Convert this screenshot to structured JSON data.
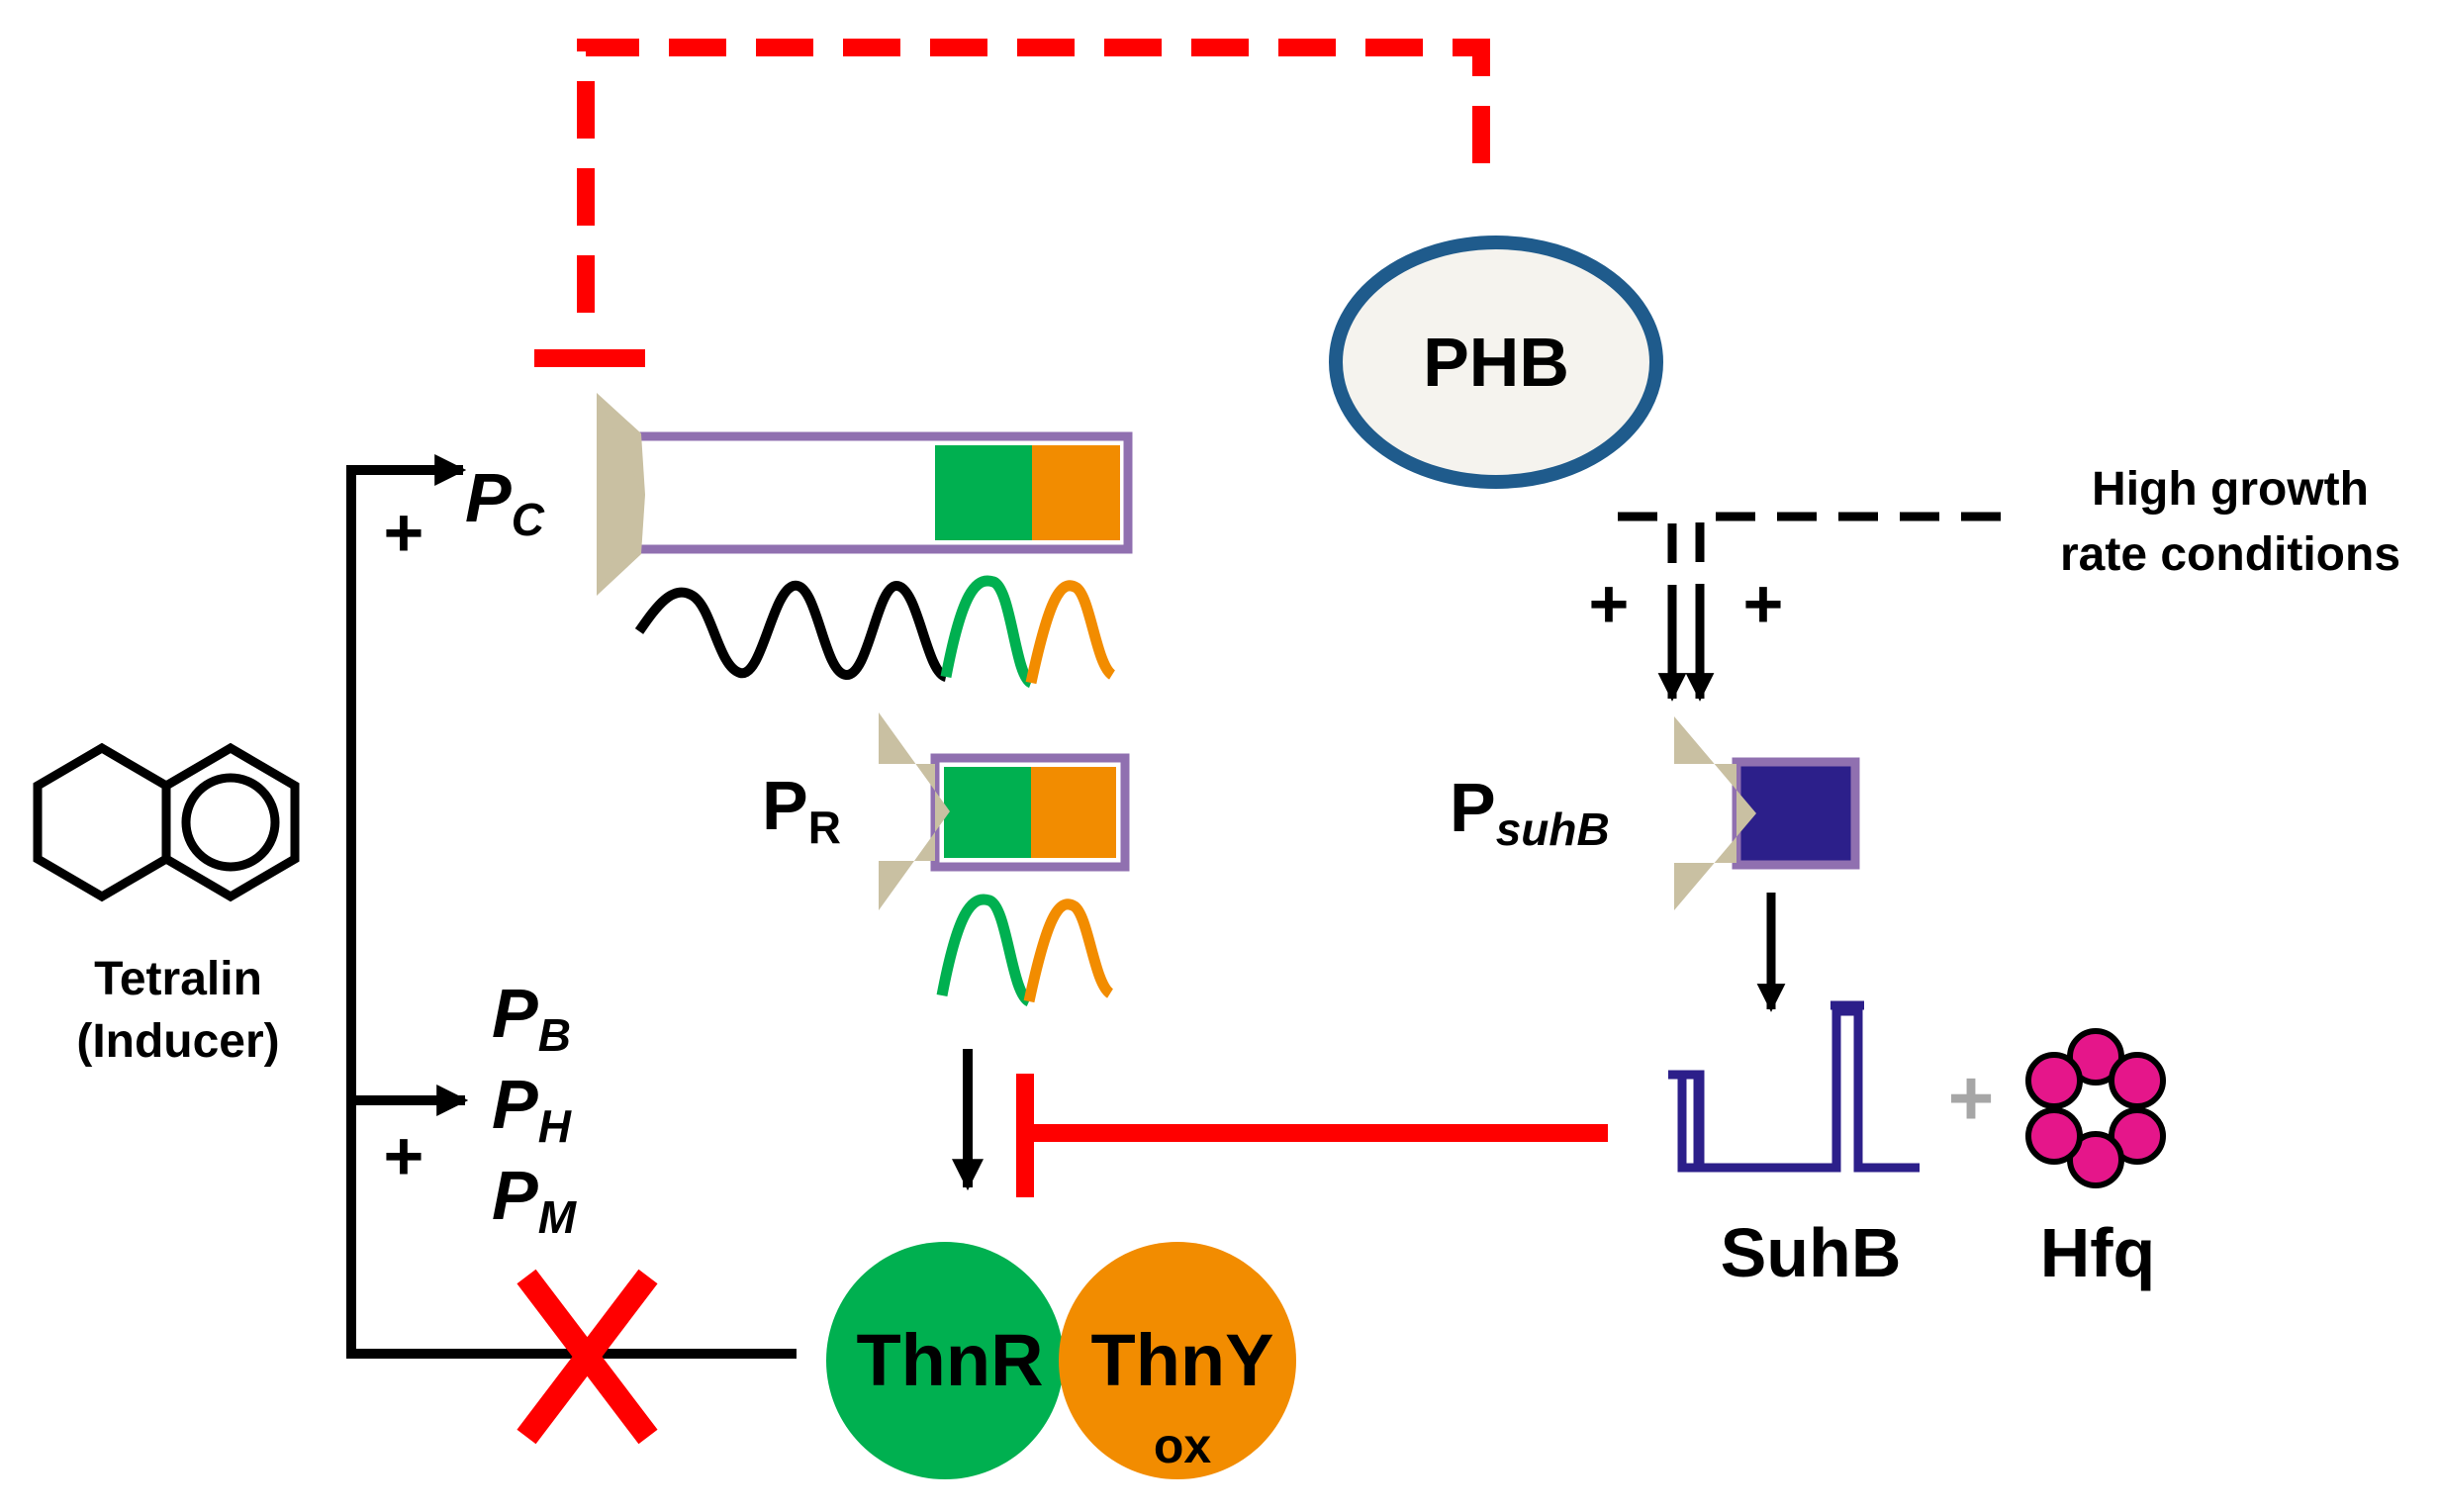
{
  "labels": {
    "phb": "PHB",
    "high_growth_line1": "High growth",
    "high_growth_line2": "rate conditions",
    "tetralin": "Tetralin",
    "inducer": "(Inducer)",
    "p_c": {
      "main": "P",
      "sub": "C"
    },
    "p_r": {
      "main": "P",
      "sub": "R"
    },
    "p_suhb": {
      "main": "P",
      "sub": "suhB"
    },
    "p_b": {
      "main": "P",
      "sub": "B"
    },
    "p_h": {
      "main": "P",
      "sub": "H"
    },
    "p_m": {
      "main": "P",
      "sub": "M"
    },
    "plus": "+",
    "suhb": "SuhB",
    "hfq": "Hfq",
    "thnr": "ThnR",
    "thny": "ThnY",
    "ox": "ox"
  },
  "colors": {
    "repression_red": "#ff0000",
    "thnr_green": "#00b050",
    "thny_orange": "#f28c00",
    "promoter_tan": "#c9c0a2",
    "gene_outline_purple": "#9070b0",
    "suhb_navy": "#2c1f8a",
    "phb_outline_blue": "#1f5b8c",
    "phb_fill": "#f5f3ee",
    "hfq_magenta": "#e5168a",
    "plus_gray": "#a6a6a6"
  }
}
